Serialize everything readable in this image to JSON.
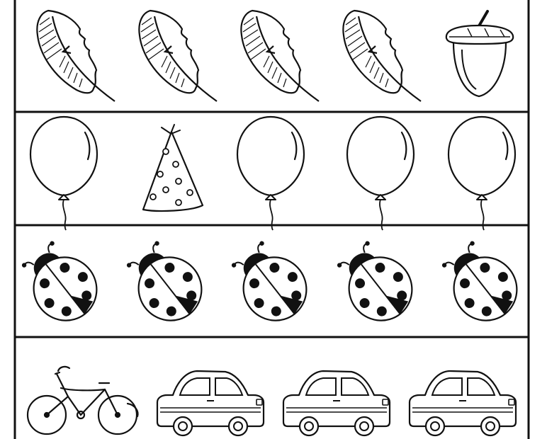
{
  "worksheet": {
    "rows": [
      {
        "name": "feather-row",
        "items": [
          "feather-icon",
          "feather-icon",
          "feather-icon",
          "feather-icon",
          "acorn-icon"
        ]
      },
      {
        "name": "balloon-row",
        "items": [
          "balloon-icon",
          "party-hat-icon",
          "balloon-icon",
          "balloon-icon",
          "balloon-icon"
        ]
      },
      {
        "name": "ladybug-row",
        "items": [
          "ladybug-icon",
          "ladybug-icon",
          "ladybug-icon",
          "ladybug-icon",
          "ladybug-icon"
        ]
      },
      {
        "name": "vehicle-row",
        "items": [
          "bicycle-icon",
          "car-icon",
          "car-icon",
          "car-icon"
        ]
      }
    ],
    "colors": {
      "ink": "#111111",
      "paper": "#ffffff"
    }
  }
}
